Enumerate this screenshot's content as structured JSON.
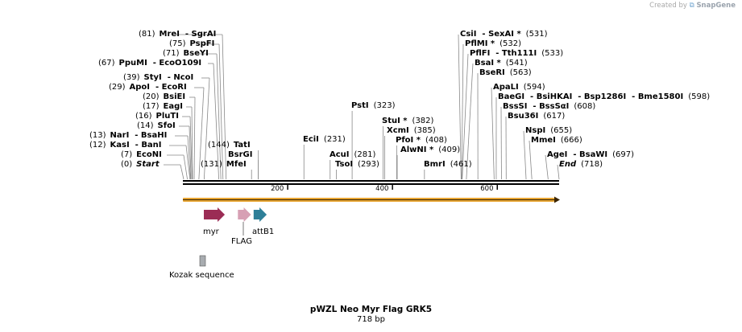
{
  "watermark": {
    "created_by": "Created by",
    "brand": "SnapGene"
  },
  "plasmid": {
    "name": "pWZL Neo Myr Flag GRK5",
    "length_label": "718 bp",
    "length_bp": 718
  },
  "ruler": {
    "ticks": [
      200,
      400,
      600
    ]
  },
  "left_labels": [
    {
      "pos": "(81)",
      "names": [
        "MreI",
        "SgrAI"
      ],
      "site": 81
    },
    {
      "pos": "(75)",
      "names": [
        "PspFI"
      ],
      "site": 75
    },
    {
      "pos": "(71)",
      "names": [
        "BseYI"
      ],
      "site": 71
    },
    {
      "pos": "(67)",
      "names": [
        "PpuMI",
        "EcoO109I"
      ],
      "site": 67
    },
    {
      "pos": "(39)",
      "names": [
        "StyI",
        "NcoI"
      ],
      "site": 39
    },
    {
      "pos": "(29)",
      "names": [
        "ApoI",
        "EcoRI"
      ],
      "site": 29
    },
    {
      "pos": "(20)",
      "names": [
        "BsiEI"
      ],
      "site": 20
    },
    {
      "pos": "(17)",
      "names": [
        "EagI"
      ],
      "site": 17
    },
    {
      "pos": "(16)",
      "names": [
        "PluTI"
      ],
      "site": 16
    },
    {
      "pos": "(14)",
      "names": [
        "SfoI"
      ],
      "site": 14
    },
    {
      "pos": "(13)",
      "names": [
        "NarI",
        "BsaHI"
      ],
      "site": 13
    },
    {
      "pos": "(12)",
      "names": [
        "KasI",
        "BanI"
      ],
      "site": 12
    },
    {
      "pos": "(7)",
      "names": [
        "EcoNI"
      ],
      "site": 7
    },
    {
      "pos": "(0)",
      "names": [
        "Start"
      ],
      "site": 0,
      "italic": true
    }
  ],
  "mid_labels": [
    {
      "pos": "(144)",
      "names": [
        "TatI"
      ],
      "site": 144
    },
    {
      "pos": "",
      "names": [
        "BsrGI"
      ],
      "site": 144
    },
    {
      "pos": "(131)",
      "names": [
        "MfeI"
      ],
      "site": 131
    },
    {
      "pos": "",
      "names": [
        "EciI"
      ],
      "posR": "(231)",
      "site": 231
    },
    {
      "pos": "",
      "names": [
        "PstI"
      ],
      "posR": "(323)",
      "site": 323
    },
    {
      "pos": "",
      "names": [
        "AcuI"
      ],
      "posR": "(281)",
      "site": 281
    },
    {
      "pos": "",
      "names": [
        "TsoI"
      ],
      "posR": "(293)",
      "site": 293
    },
    {
      "pos": "",
      "names": [
        "StuI *"
      ],
      "posR": "(382)",
      "site": 382
    },
    {
      "pos": "",
      "names": [
        "XcmI"
      ],
      "posR": "(385)",
      "site": 385
    },
    {
      "pos": "",
      "names": [
        "PfoI *"
      ],
      "posR": "(408)",
      "site": 408
    },
    {
      "pos": "",
      "names": [
        "AlwNI *"
      ],
      "posR": "(409)",
      "site": 409
    },
    {
      "pos": "",
      "names": [
        "BmrI"
      ],
      "posR": "(461)",
      "site": 461
    }
  ],
  "right_labels": [
    {
      "names": [
        "CsiI",
        "SexAI *"
      ],
      "posR": "(531)",
      "site": 531
    },
    {
      "names": [
        "PflMI *"
      ],
      "posR": "(532)",
      "site": 532
    },
    {
      "names": [
        "PflFI",
        "Tth111I"
      ],
      "posR": "(533)",
      "site": 533
    },
    {
      "names": [
        "BsaI *"
      ],
      "posR": "(541)",
      "site": 541
    },
    {
      "names": [
        "BseRI"
      ],
      "posR": "(563)",
      "site": 563
    },
    {
      "names": [
        "ApaLI"
      ],
      "posR": "(594)",
      "site": 594
    },
    {
      "names": [
        "BaeGI",
        "BsiHKAI",
        "Bsp1286I",
        "Bme1580I"
      ],
      "posR": "(598)",
      "site": 598
    },
    {
      "names": [
        "BssSI",
        "BssSαI"
      ],
      "posR": "(608)",
      "site": 608
    },
    {
      "names": [
        "Bsu36I"
      ],
      "posR": "(617)",
      "site": 617
    },
    {
      "names": [
        "NspI"
      ],
      "posR": "(655)",
      "site": 655
    },
    {
      "names": [
        "MmeI"
      ],
      "posR": "(666)",
      "site": 666
    },
    {
      "names": [
        "AgeI",
        "BsaWI"
      ],
      "posR": "(697)",
      "site": 697
    },
    {
      "names": [
        "End"
      ],
      "posR": "(718)",
      "site": 718,
      "italic": true
    }
  ],
  "features": [
    {
      "name": "myr",
      "color": "#9b2c55",
      "start": 40,
      "end": 80
    },
    {
      "name": "FLAG",
      "color": "#d7a0b4",
      "start": 105,
      "end": 130
    },
    {
      "name": "attB1",
      "color": "#2e7f98",
      "start": 135,
      "end": 160
    }
  ],
  "misc_feature": {
    "name": "Kozak sequence",
    "color": "#a8acb0",
    "start": 33,
    "end": 45
  },
  "colors": {
    "backbone": "#000000",
    "orf": "#e8a531",
    "orf_line": "#3a2400"
  }
}
